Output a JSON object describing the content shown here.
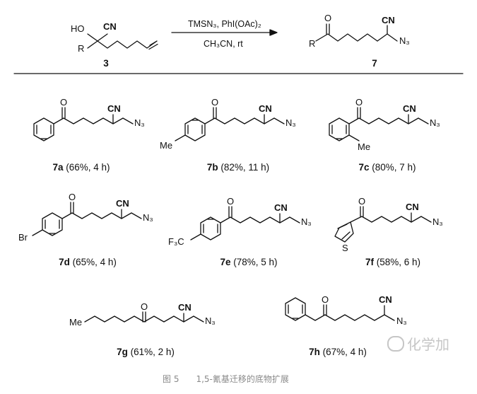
{
  "scheme": {
    "reagents_top": "TMSN₃, PhI(OAc)₂",
    "reagents_bottom": "CH₃CN, rt",
    "start_label": "3",
    "product_label": "7"
  },
  "atoms": {
    "HO": "HO",
    "CN": "CN",
    "R": "R",
    "O": "O",
    "N3": "N₃",
    "Me": "Me",
    "Br": "Br",
    "CF3": "F₃C",
    "S": "S",
    "Et": "Me"
  },
  "compounds": [
    {
      "id": "7a",
      "detail": " (66%, 4 h)"
    },
    {
      "id": "7b",
      "detail": " (82%, 11 h)"
    },
    {
      "id": "7c",
      "detail": " (80%, 7 h)"
    },
    {
      "id": "7d",
      "detail": " (65%, 4 h)"
    },
    {
      "id": "7e",
      "detail": " (78%, 5 h)"
    },
    {
      "id": "7f",
      "detail": " (58%, 6 h)"
    },
    {
      "id": "7g",
      "detail": " (61%, 2 h)"
    },
    {
      "id": "7h",
      "detail": " (67%, 4 h)"
    }
  ],
  "caption": "图 5　　1,5-氰基迁移的底物扩展",
  "watermark": "化学加"
}
